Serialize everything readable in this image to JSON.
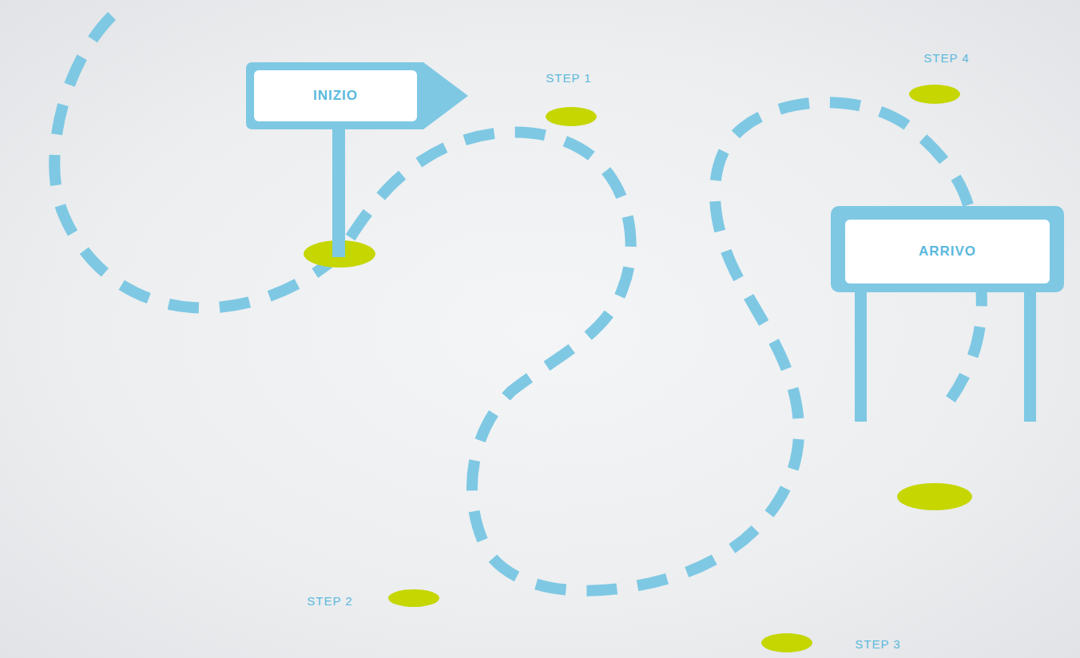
{
  "diagram": {
    "nodes": [
      {
        "text": [
          "INIZIO"
        ]
      },
      {
        "text": [
          "ARRIVO"
        ]
      }
    ],
    "labels": [
      "STEP 1",
      "STEP 2",
      "STEP 3",
      "STEP 4"
    ]
  }
}
